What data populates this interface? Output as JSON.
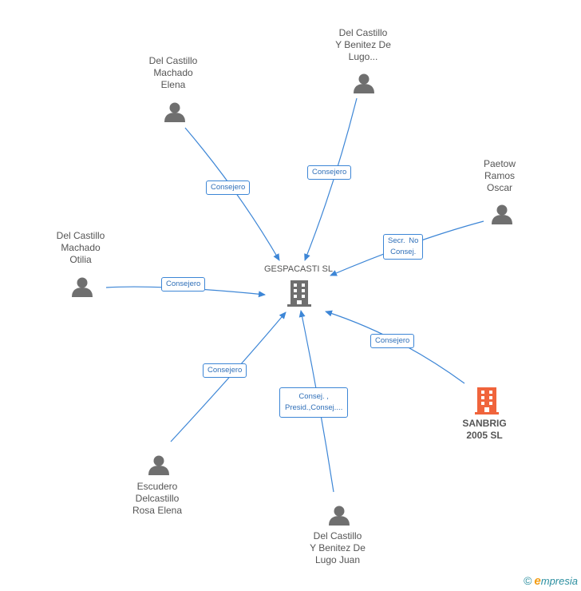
{
  "center": {
    "label": "GESPACASTI SL"
  },
  "people": [
    {
      "id": "p1",
      "lines": [
        "Del Castillo",
        "Y Benitez De",
        "Lugo..."
      ],
      "edge_label": [
        "Consejero"
      ]
    },
    {
      "id": "p2",
      "lines": [
        "Del Castillo",
        "Machado",
        "Elena"
      ],
      "edge_label": [
        "Consejero"
      ]
    },
    {
      "id": "p3",
      "lines": [
        "Paetow",
        "Ramos",
        "Oscar"
      ],
      "edge_label": [
        "Secr.  No",
        "Consej."
      ]
    },
    {
      "id": "p4",
      "lines": [
        "Del Castillo",
        "Machado",
        "Otilia"
      ],
      "edge_label": [
        "Consejero"
      ]
    },
    {
      "id": "p5",
      "lines": [
        "Escudero",
        "Delcastillo",
        "Rosa Elena"
      ],
      "edge_label": [
        "Consejero"
      ]
    },
    {
      "id": "p6",
      "lines": [
        "Del Castillo",
        "Y Benitez De",
        "Lugo Juan"
      ],
      "edge_label": [
        "Consej. ,",
        "Presid.,Consej...."
      ]
    }
  ],
  "company": {
    "lines": [
      "SANBRIG",
      "2005 SL"
    ],
    "edge_label": [
      "Consejero"
    ],
    "color": "#f0643c"
  },
  "colors": {
    "edge": "#3d86d6",
    "icon": "#6f6f6f",
    "text": "#555555"
  },
  "footer": {
    "copyright": "©",
    "brand_first": "e",
    "brand_rest": "mpresia"
  }
}
